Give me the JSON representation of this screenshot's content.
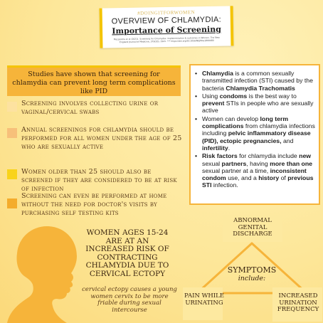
{
  "header": {
    "hashtag": "#DOINGITFORWOMEN",
    "title": "OVERVIEW OF CHLAMYDIA:",
    "subtitle": "Importance of Screening",
    "citation": "Mazzarella et al (2021). Screening for Chlamydia: implementation & outcomes in Women. The New England Journal of Medicine, 379(20), 1941. *** https://doi.org/10.1056/NEJMoa1800080"
  },
  "left_panel": {
    "studies_heading": "Studies have shown that screening for chlamydia can prevent long term complications like PID",
    "items": [
      {
        "text": "Screening involves collecting urine or vaginal/cervical swabs",
        "color": "#fde2a0"
      },
      {
        "text": "Annual screenings for chlamydia should be performed for all women under the age of 25 who are sexually active",
        "color": "#f7c07a"
      },
      {
        "text": "Women older than 25 should also be screened if they are considered to be at risk of infection",
        "color": "#f9d31a"
      },
      {
        "text": "Screening can even be performed at home without the need for doctor's visits by purchasing self testing kits",
        "color": "#f4ac2c"
      }
    ]
  },
  "right_panel": {
    "b1_strong": "Chlamydia",
    "b1_rest": " is a common sexually transmitted infection (STI) caused by the bacteria ",
    "b1_strong2": "Chlamydia Trachomatis",
    "b2_pre": "Using ",
    "b2_strong": "condoms",
    "b2_mid": " is the best way to ",
    "b2_strong2": "prevent",
    "b2_rest": " STIs in people who are sexually active",
    "b3_pre": "Women can develop ",
    "b3_strong": "long term complications",
    "b3_mid": " from chlamydia infections including ",
    "b3_strong2": "pelvic inflammatory disease (PID), ectopic pregnancies,",
    "b3_and": " and ",
    "b3_strong3": "infertility",
    "b3_end": ".",
    "b4_strong": "Risk factors",
    "b4_a": " for chlamydia include ",
    "b4_strong2": "new",
    "b4_b": " sexual ",
    "b4_strong3": "partners",
    "b4_c": ", having ",
    "b4_strong4": "more than one",
    "b4_d": " sexual partner at a time, ",
    "b4_strong5": "inconsistent condom",
    "b4_e": " use, and a ",
    "b4_strong6": "history",
    "b4_f": " of ",
    "b4_strong7": "previous STI",
    "b4_g": " infection."
  },
  "women_section": {
    "heading": "Women ages 15-24 are at an increased risk of contracting chlamydia due to cervical ectopy",
    "note": "cervical ectopy causes a young women cervix to be more friable during sexual intercourse"
  },
  "symptoms": {
    "title": "SYMPTOMS",
    "subtitle": "include:",
    "top": "ABNORMAL GENITAL DISCHARGE",
    "left": "PAIN WHILE URINATING",
    "right": "INCREASED URINATION FREQUENCY"
  },
  "colors": {
    "accent": "#f4c400",
    "orange": "#f6b43a",
    "background": "#fde9a0"
  }
}
